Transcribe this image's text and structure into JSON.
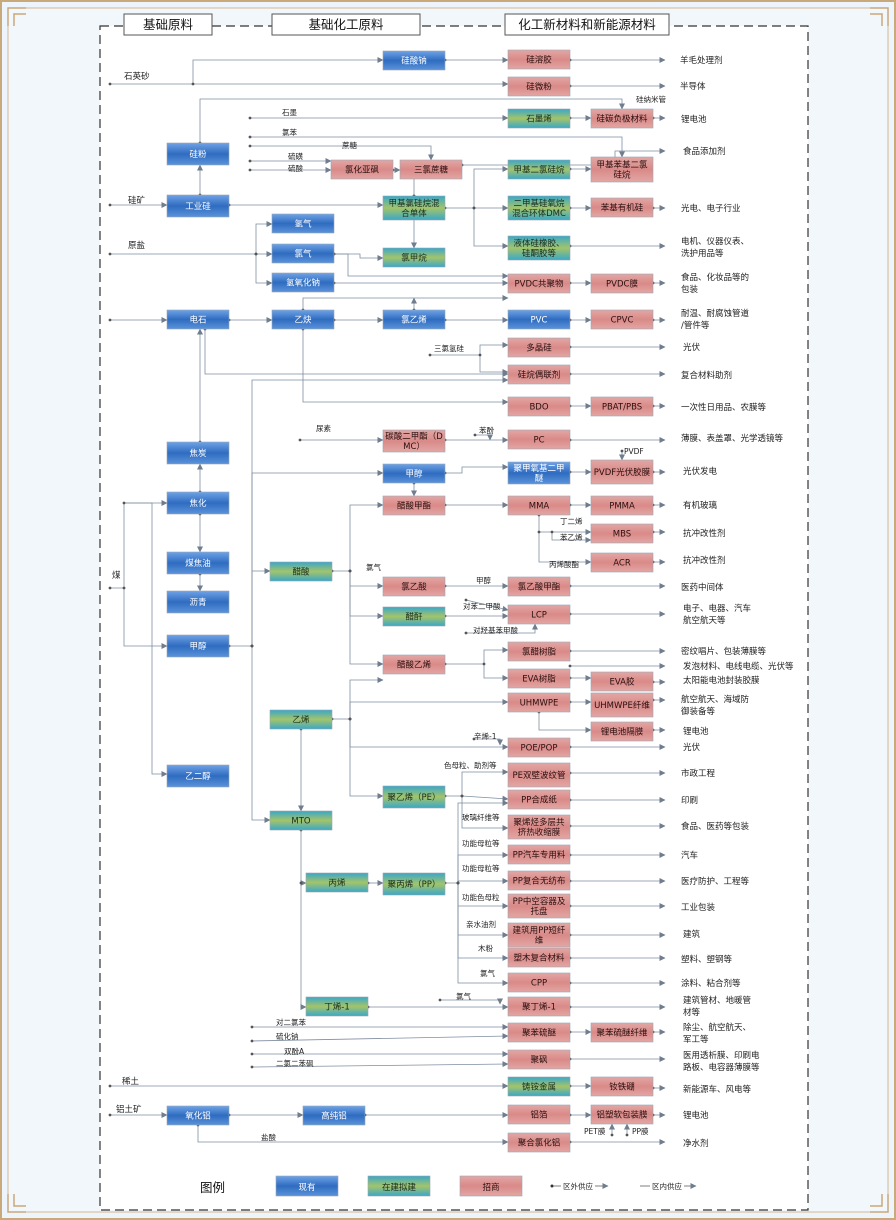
{
  "headers": [
    "基础原料",
    "基础化工原料",
    "化工新材料和新能源材料"
  ],
  "legend": {
    "title": "图例",
    "existing": "现有",
    "building": "在建拟建",
    "invest": "招商",
    "outer_supply": "区外供应",
    "inner_supply": "区内供应"
  },
  "colors": {
    "existing": "#3d78c8",
    "building": "#7fb48a",
    "invest": "#d98c8c",
    "line": "#7f8ea0",
    "border": "#c9a87a"
  },
  "nodes": {
    "n1": "硅酸钠",
    "n2": "硅溶胶",
    "n3": "硅微粉",
    "n4": "石墨烯",
    "n5": "硅碳负极材料",
    "n6": "硅粉",
    "n7": "氯化亚砜",
    "n8": "三氯蔗糖",
    "n9": "甲基二氯硅烷",
    "n10": "甲基苯基二氯硅烷",
    "n11": "工业硅",
    "n12": "甲基氯硅烷混合单体",
    "n13": "二甲基硅氧烷混合环体DMC",
    "n14": "苯基有机硅",
    "n15": "氢气",
    "n16": "氯气",
    "n17": "氯甲烷",
    "n18": "液体硅橡胶、硅酮胶等",
    "n19": "氢氧化钠",
    "n20": "PVDC共聚物",
    "n21": "PVDC膜",
    "n22": "电石",
    "n23": "乙炔",
    "n24": "氯乙烯",
    "n25": "PVC",
    "n26": "CPVC",
    "n27": "多晶硅",
    "n28": "硅烷偶联剂",
    "n29": "BDO",
    "n30": "PBAT/PBS",
    "n31": "碳酸二甲酯（DMC）",
    "n32": "PC",
    "n33": "焦炭",
    "n34": "甲醇",
    "n35": "聚甲氧基二甲醚",
    "n36": "PVDF光伏胶膜",
    "n37": "焦化",
    "n38": "醋酸甲酯",
    "n39": "MMA",
    "n40": "PMMA",
    "n41": "MBS",
    "n42": "煤焦油",
    "n43": "ACR",
    "n44": "沥青",
    "n45": "醋酸",
    "n46": "氯乙酸",
    "n47": "氯乙酸甲酯",
    "n48": "醋酐",
    "n49": "LCP",
    "n50": "甲醇",
    "n51": "醋酸乙烯",
    "n52": "氯醋树脂",
    "n53": "EVA树脂",
    "n54": "EVA胶",
    "n55": "乙烯",
    "n56": "UHMWPE",
    "n57": "UHMWPE纤维",
    "n58": "锂电池隔膜",
    "n59": "POE/POP",
    "n60": "乙二醇",
    "n61": "PE双壁波纹管",
    "n62": "聚乙烯（PE）",
    "n63": "PP合成纸",
    "n64": "MTO",
    "n65": "聚烯烃多层共挤热收缩膜",
    "n66": "PP汽车专用料",
    "n67": "丙烯",
    "n68": "聚丙烯（PP）",
    "n69": "PP复合无纺布",
    "n70": "PP中空容器及托盘",
    "n71": "建筑用PP短纤维",
    "n72": "塑木复合材料",
    "n73": "CPP",
    "n74": "丁烯-1",
    "n75": "聚丁烯-1",
    "n76": "聚苯硫醚",
    "n77": "聚苯硫醚纤维",
    "n78": "聚砜",
    "n79": "铸铵金属",
    "n80": "钕铁硼",
    "n81": "氧化铝",
    "n82": "高纯铝",
    "n83": "铝箔",
    "n84": "铝塑软包装膜",
    "n85": "聚合氯化铝"
  },
  "raw": {
    "quartz": "石英砂",
    "silicon_ore": "硅矿",
    "salt": "原盐",
    "coal": "煤",
    "rare_earth": "稀土",
    "bauxite": "铝土矿"
  },
  "labels": {
    "graphite": "石墨",
    "chlorobenzene": "氯苯",
    "sucrose": "蔗糖",
    "sulfur": "硫磺",
    "sulfuric": "硫酸",
    "nano": "硅纳米管",
    "tcs": "三氯氢硅",
    "urea": "尿素",
    "phenol": "苯酚",
    "pvdf": "PVDF",
    "butadiene": "丁二烯",
    "styrene": "苯乙烯",
    "acrylate": "丙烯酸酯",
    "chlorine": "氯气",
    "methanol_l": "甲醇",
    "p_phthalic": "对苯二甲酸",
    "hydroxybenzoic": "对羟基苯甲酸",
    "octene": "辛烯-1",
    "masterbatch": "色母粒、助剂等",
    "glassfiber": "玻璃纤维等",
    "func_mb1": "功能母粒等",
    "func_mb2": "功能母粒等",
    "func_color": "功能色母粒",
    "hydrophilic": "亲水油剂",
    "wood": "木粉",
    "chlorine2": "氯气",
    "chlorine3": "氯气",
    "dcb": "对二氯苯",
    "sodium_sulfide": "硫化钠",
    "bpa": "双酚A",
    "dcdps": "二氯二苯砜",
    "pet_film": "PET膜",
    "pp_film": "PP膜",
    "hcl": "盐酸"
  },
  "outputs": {
    "o1": "羊毛处理剂",
    "o2": "半导体",
    "o3": "锂电池",
    "o4": "食品添加剂",
    "o5": "光电、电子行业",
    "o6a": "电机、仪器仪表、",
    "o6b": "洗护用品等",
    "o7a": "食品、化妆品等的",
    "o7b": "包装",
    "o8a": "耐温、耐腐蚀管道",
    "o8b": "/管件等",
    "o9": "光伏",
    "o10": "复合材料助剂",
    "o11": "一次性日用品、农膜等",
    "o12": "薄膜、表盖罩、光学透镜等",
    "o13": "光伏发电",
    "o14": "有机玻璃",
    "o15": "抗冲改性剂",
    "o16": "抗冲改性剂",
    "o17": "医药中间体",
    "o18a": "电子、电器、汽车",
    "o18b": "航空航天等",
    "o19": "密纹唱片、包装薄膜等",
    "o20": "发泡材料、电线电缆、光伏等",
    "o21": "太阳能电池封装胶膜",
    "o22a": "航空航天、海域防",
    "o22b": "御装备等",
    "o23": "锂电池",
    "o24": "光伏",
    "o25": "市政工程",
    "o26": "印刷",
    "o27": "食品、医药等包装",
    "o28": "汽车",
    "o29": "医疗防护、工程等",
    "o30": "工业包装",
    "o31": "建筑",
    "o32": "塑料、塑钢等",
    "o33": "涂料、粘合剂等",
    "o34a": "建筑管材、地暖管",
    "o34b": "材等",
    "o35a": "除尘、航空航天、",
    "o35b": "军工等",
    "o36a": "医用透析膜、印刷电",
    "o36b": "路板、电容器薄膜等",
    "o37": "新能源车、风电等",
    "o38": "锂电池",
    "o39": "净水剂"
  }
}
